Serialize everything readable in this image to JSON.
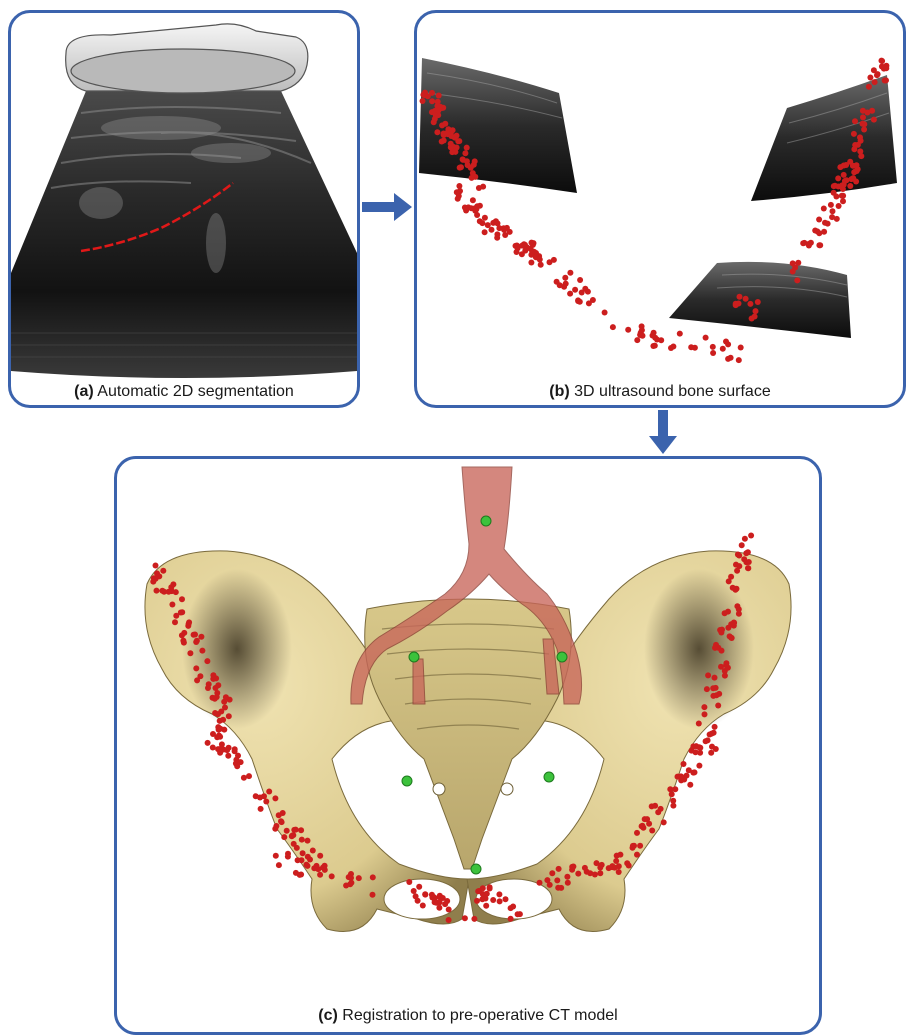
{
  "panels": {
    "a": {
      "tag": "(a)",
      "text": " Automatic 2D segmentation"
    },
    "b": {
      "tag": "(b)",
      "text": " 3D ultrasound bone surface"
    },
    "c": {
      "tag": "(c)",
      "text": " Registration to pre-operative CT model"
    }
  },
  "colors": {
    "frame": "#3b63ad",
    "arrow": "#3b63ad",
    "bone": "#e3d39b",
    "bone_shadow": "#8a7a4c",
    "points": "#d42020",
    "landmarks": "#3cc23c",
    "vessel": "#c8665a",
    "ultrasound_dark": "#111111"
  }
}
